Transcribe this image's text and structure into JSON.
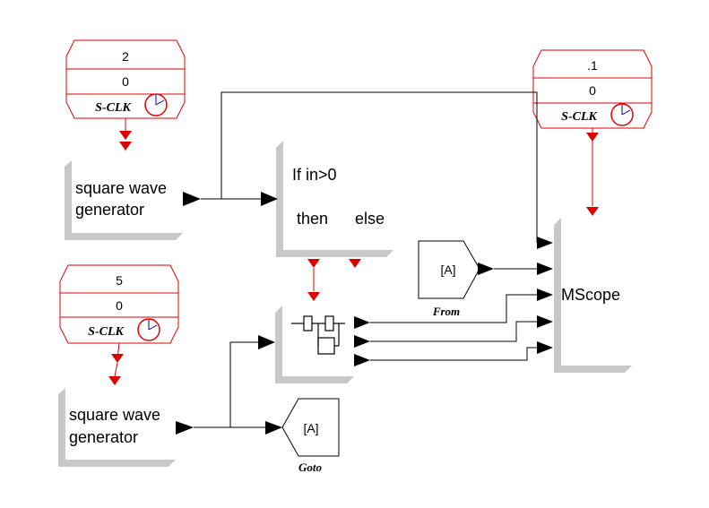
{
  "colors": {
    "event": "#e00000",
    "wire": "#000000",
    "shadow": "#c8c8c8",
    "clock_hand": "#0000c0"
  },
  "clocks": [
    {
      "period": "2",
      "init": "0",
      "label": "S-CLK",
      "icon": "clock-icon"
    },
    {
      "period": "5",
      "init": "0",
      "label": "S-CLK",
      "icon": "clock-icon"
    },
    {
      "period": ".1",
      "init": "0",
      "label": "S-CLK",
      "icon": "clock-icon"
    }
  ],
  "generators": [
    {
      "line1": "square wave",
      "line2": "generator"
    },
    {
      "line1": "square wave",
      "line2": "generator"
    }
  ],
  "ifthenelse": {
    "line1": "If in>0",
    "then": "then",
    "else": "else"
  },
  "from": {
    "tag": "[A]",
    "label": "From"
  },
  "goto": {
    "tag": "[A]",
    "label": "Goto"
  },
  "scope": {
    "label": "MScope"
  },
  "samplehold": {
    "icon": "sample-hold-icon"
  }
}
